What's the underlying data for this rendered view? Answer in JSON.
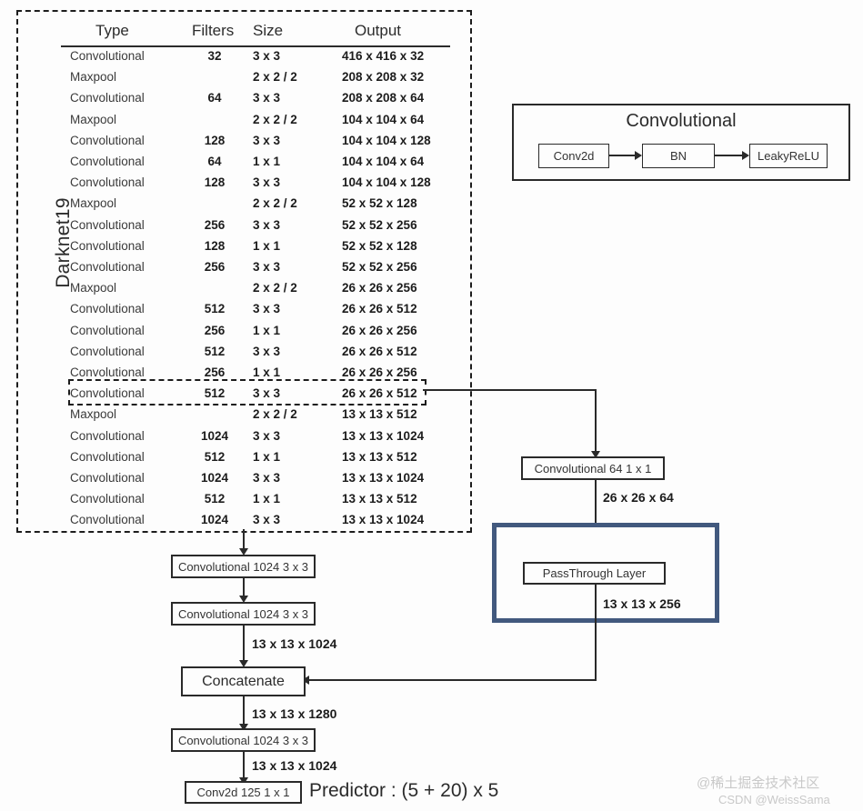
{
  "diagram": {
    "backbone_label": "Darknet19",
    "table": {
      "headers": [
        "Type",
        "Filters",
        "Size",
        "Output"
      ],
      "rows": [
        {
          "type": "Convolutional",
          "filters": "32",
          "size": "3 x 3",
          "output": "416 x 416 x 32"
        },
        {
          "type": "Maxpool",
          "filters": "",
          "size": "2 x 2 / 2",
          "output": "208 x 208 x 32"
        },
        {
          "type": "Convolutional",
          "filters": "64",
          "size": "3 x 3",
          "output": "208 x 208 x 64"
        },
        {
          "type": "Maxpool",
          "filters": "",
          "size": "2 x 2 / 2",
          "output": "104 x 104 x 64"
        },
        {
          "type": "Convolutional",
          "filters": "128",
          "size": "3 x 3",
          "output": "104 x 104 x 128"
        },
        {
          "type": "Convolutional",
          "filters": "64",
          "size": "1 x 1",
          "output": "104 x 104 x 64"
        },
        {
          "type": "Convolutional",
          "filters": "128",
          "size": "3 x 3",
          "output": "104 x 104 x 128"
        },
        {
          "type": "Maxpool",
          "filters": "",
          "size": "2 x 2 / 2",
          "output": "52 x 52 x 128"
        },
        {
          "type": "Convolutional",
          "filters": "256",
          "size": "3 x 3",
          "output": "52 x 52 x 256"
        },
        {
          "type": "Convolutional",
          "filters": "128",
          "size": "1 x 1",
          "output": "52 x 52 x 128"
        },
        {
          "type": "Convolutional",
          "filters": "256",
          "size": "3 x 3",
          "output": "52 x 52 x 256"
        },
        {
          "type": "Maxpool",
          "filters": "",
          "size": "2 x 2 / 2",
          "output": "26 x 26 x 256"
        },
        {
          "type": "Convolutional",
          "filters": "512",
          "size": "3 x 3",
          "output": "26 x 26 x 512"
        },
        {
          "type": "Convolutional",
          "filters": "256",
          "size": "1 x 1",
          "output": "26 x 26 x 256"
        },
        {
          "type": "Convolutional",
          "filters": "512",
          "size": "3 x 3",
          "output": "26 x 26 x 512"
        },
        {
          "type": "Convolutional",
          "filters": "256",
          "size": "1 x 1",
          "output": "26 x 26 x 256"
        },
        {
          "type": "Convolutional",
          "filters": "512",
          "size": "3 x 3",
          "output": "26 x 26 x 512"
        },
        {
          "type": "Maxpool",
          "filters": "",
          "size": "2 x 2 / 2",
          "output": "13 x 13 x 512"
        },
        {
          "type": "Convolutional",
          "filters": "1024",
          "size": "3 x 3",
          "output": "13 x 13 x 1024"
        },
        {
          "type": "Convolutional",
          "filters": "512",
          "size": "1 x 1",
          "output": "13 x 13 x 512"
        },
        {
          "type": "Convolutional",
          "filters": "1024",
          "size": "3 x 3",
          "output": "13 x 13 x 1024"
        },
        {
          "type": "Convolutional",
          "filters": "512",
          "size": "1 x 1",
          "output": "13 x 13 x 512"
        },
        {
          "type": "Convolutional",
          "filters": "1024",
          "size": "3 x 3",
          "output": "13 x 13 x 1024"
        }
      ],
      "highlighted_row_index": 16
    },
    "conv_panel": {
      "title": "Convolutional",
      "stages": [
        "Conv2d",
        "BN",
        "LeakyReLU"
      ]
    },
    "branch": {
      "conv_box": "Convolutional  64   1 x 1",
      "shape_after_conv": "26 x 26 x 64",
      "passthrough_box": "PassThrough Layer",
      "shape_after_passthrough": "13 x 13 x 256"
    },
    "main_flow": {
      "conv_a": "Convolutional   1024  3 x 3",
      "conv_b": "Convolutional   1024  3 x 3",
      "shape_before_concat": "13 x 13 x 1024",
      "concatenate": "Concatenate",
      "shape_after_concat": "13 x 13 x 1280",
      "conv_c": "Convolutional   1024  3 x 3",
      "shape_before_head": "13 x 13 x 1024",
      "head_box": "Conv2d   125  1 x 1",
      "predictor_label": "Predictor : (5 + 20) x 5"
    },
    "watermark": {
      "line1": "@稀土掘金技术社区",
      "line2": "CSDN @WeissSama"
    },
    "colors": {
      "ink": "#2a2a2a",
      "accent_blue": "#42597e",
      "background": "#fdfdfd"
    }
  }
}
